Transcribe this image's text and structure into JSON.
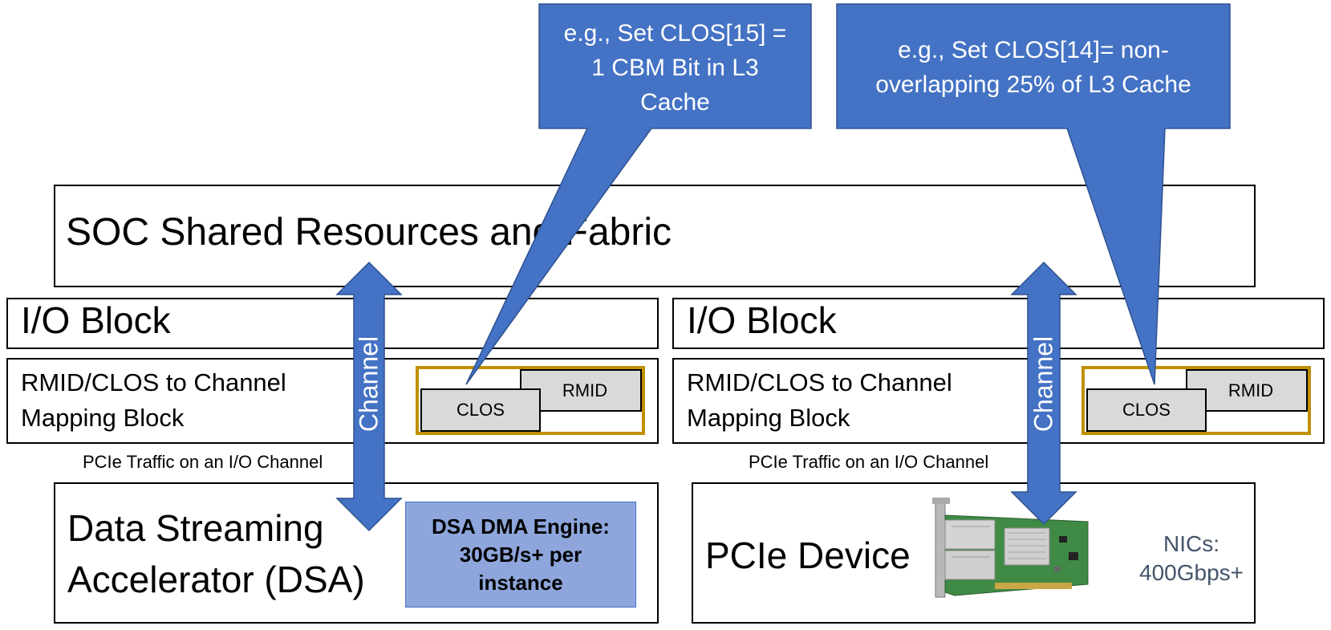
{
  "soc": {
    "title": "SOC Shared Resources and Fabric"
  },
  "left": {
    "io_block": "I/O Block",
    "mapping_block": "RMID/CLOS to Channel\nMapping Block",
    "clos": "CLOS",
    "rmid": "RMID",
    "channel": "Channel",
    "traffic": "PCIe Traffic on an I/O Channel",
    "device": "Data Streaming\nAccelerator (DSA)",
    "engine": "DSA DMA Engine:\n30GB/s+ per\ninstance"
  },
  "right": {
    "io_block": "I/O Block",
    "mapping_block": "RMID/CLOS to Channel\nMapping Block",
    "clos": "CLOS",
    "rmid": "RMID",
    "channel": "Channel",
    "traffic": "PCIe Traffic on an I/O Channel",
    "device": "PCIe Device",
    "nic_label": "NICs:\n400Gbps+"
  },
  "callouts": [
    {
      "text": "e.g., Set CLOS[15] =\n1 CBM Bit in L3\nCache"
    },
    {
      "text": "e.g., Set CLOS[14]= non-\noverlapping 25% of L3 Cache"
    }
  ],
  "colors": {
    "accent": "#4472c4",
    "engine_fill": "#8ea6dc",
    "gold": "#bf9000",
    "register": "#d9d9d9",
    "nic_text": "#44546a"
  }
}
